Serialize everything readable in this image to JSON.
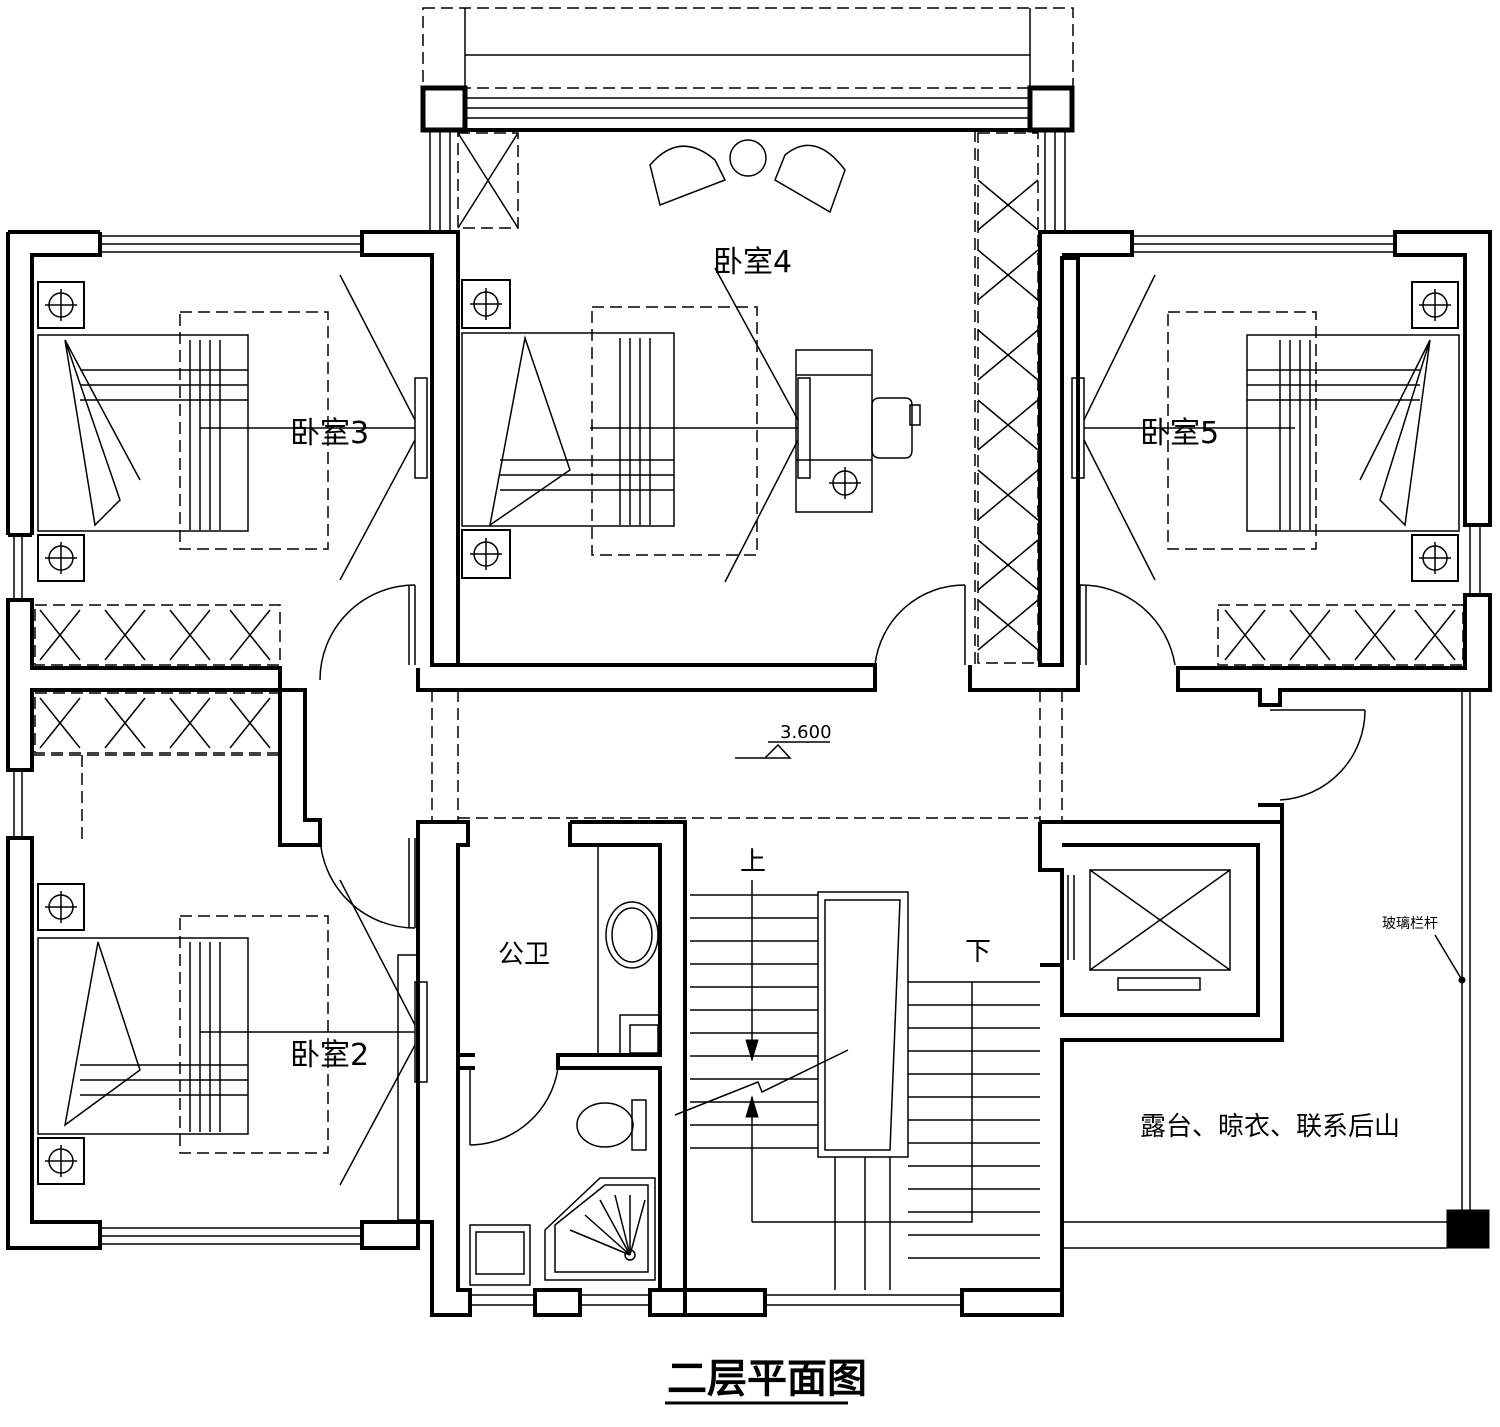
{
  "title": "二层平面图",
  "elevation_mark": "3.600",
  "rooms": {
    "bedroom2": "卧室2",
    "bedroom3": "卧室3",
    "bedroom4": "卧室4",
    "bedroom5": "卧室5",
    "public_bath": "公卫",
    "terrace": "露台、晾衣、联系后山"
  },
  "stairs": {
    "up": "上",
    "down": "下"
  },
  "annotations": {
    "glass_railing": "玻璃栏杆"
  }
}
